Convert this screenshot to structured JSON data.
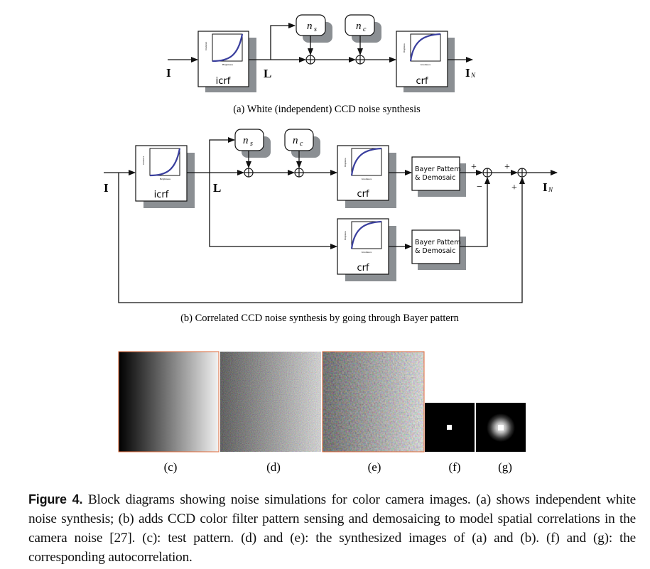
{
  "diagram_a": {
    "input_label": "I",
    "mid_label": "L",
    "output_label": "I",
    "output_subscript": "N",
    "noise_s": "n",
    "noise_s_sub": "s",
    "noise_c": "n",
    "noise_c_sub": "c",
    "icrf_label": "icrf",
    "crf_label": "crf",
    "caption": "(a) White (independent) CCD noise synthesis"
  },
  "diagram_b": {
    "input_label": "I",
    "mid_label": "L",
    "output_label": "I",
    "output_subscript": "N",
    "noise_s": "n",
    "noise_s_sub": "s",
    "noise_c": "n",
    "noise_c_sub": "c",
    "icrf_label": "icrf",
    "crf_label": "crf",
    "bayer_line1": "Bayer Pattern",
    "bayer_line2": "& Demosaic",
    "plus": "+",
    "minus": "−",
    "caption": "(b) Correlated CCD noise synthesis by going through Bayer pattern"
  },
  "panels": {
    "c": "(c)",
    "d": "(d)",
    "e": "(e)",
    "f": "(f)",
    "g": "(g)"
  },
  "figure_caption": {
    "label": "Figure 4.",
    "text": " Block diagrams showing noise simulations for color camera images. (a) shows independent white noise synthesis; (b) adds CCD color filter pattern sensing and demosaicing to model spatial correlations in the camera noise [27]. (c): test pattern. (d) and (e): the synthesized images of (a) and (b). (f) and (g): the corresponding autocorrelation."
  },
  "colors": {
    "curve": "#3a3f9e",
    "shadow": "#8b8f93",
    "frame": "#e06a3a"
  }
}
